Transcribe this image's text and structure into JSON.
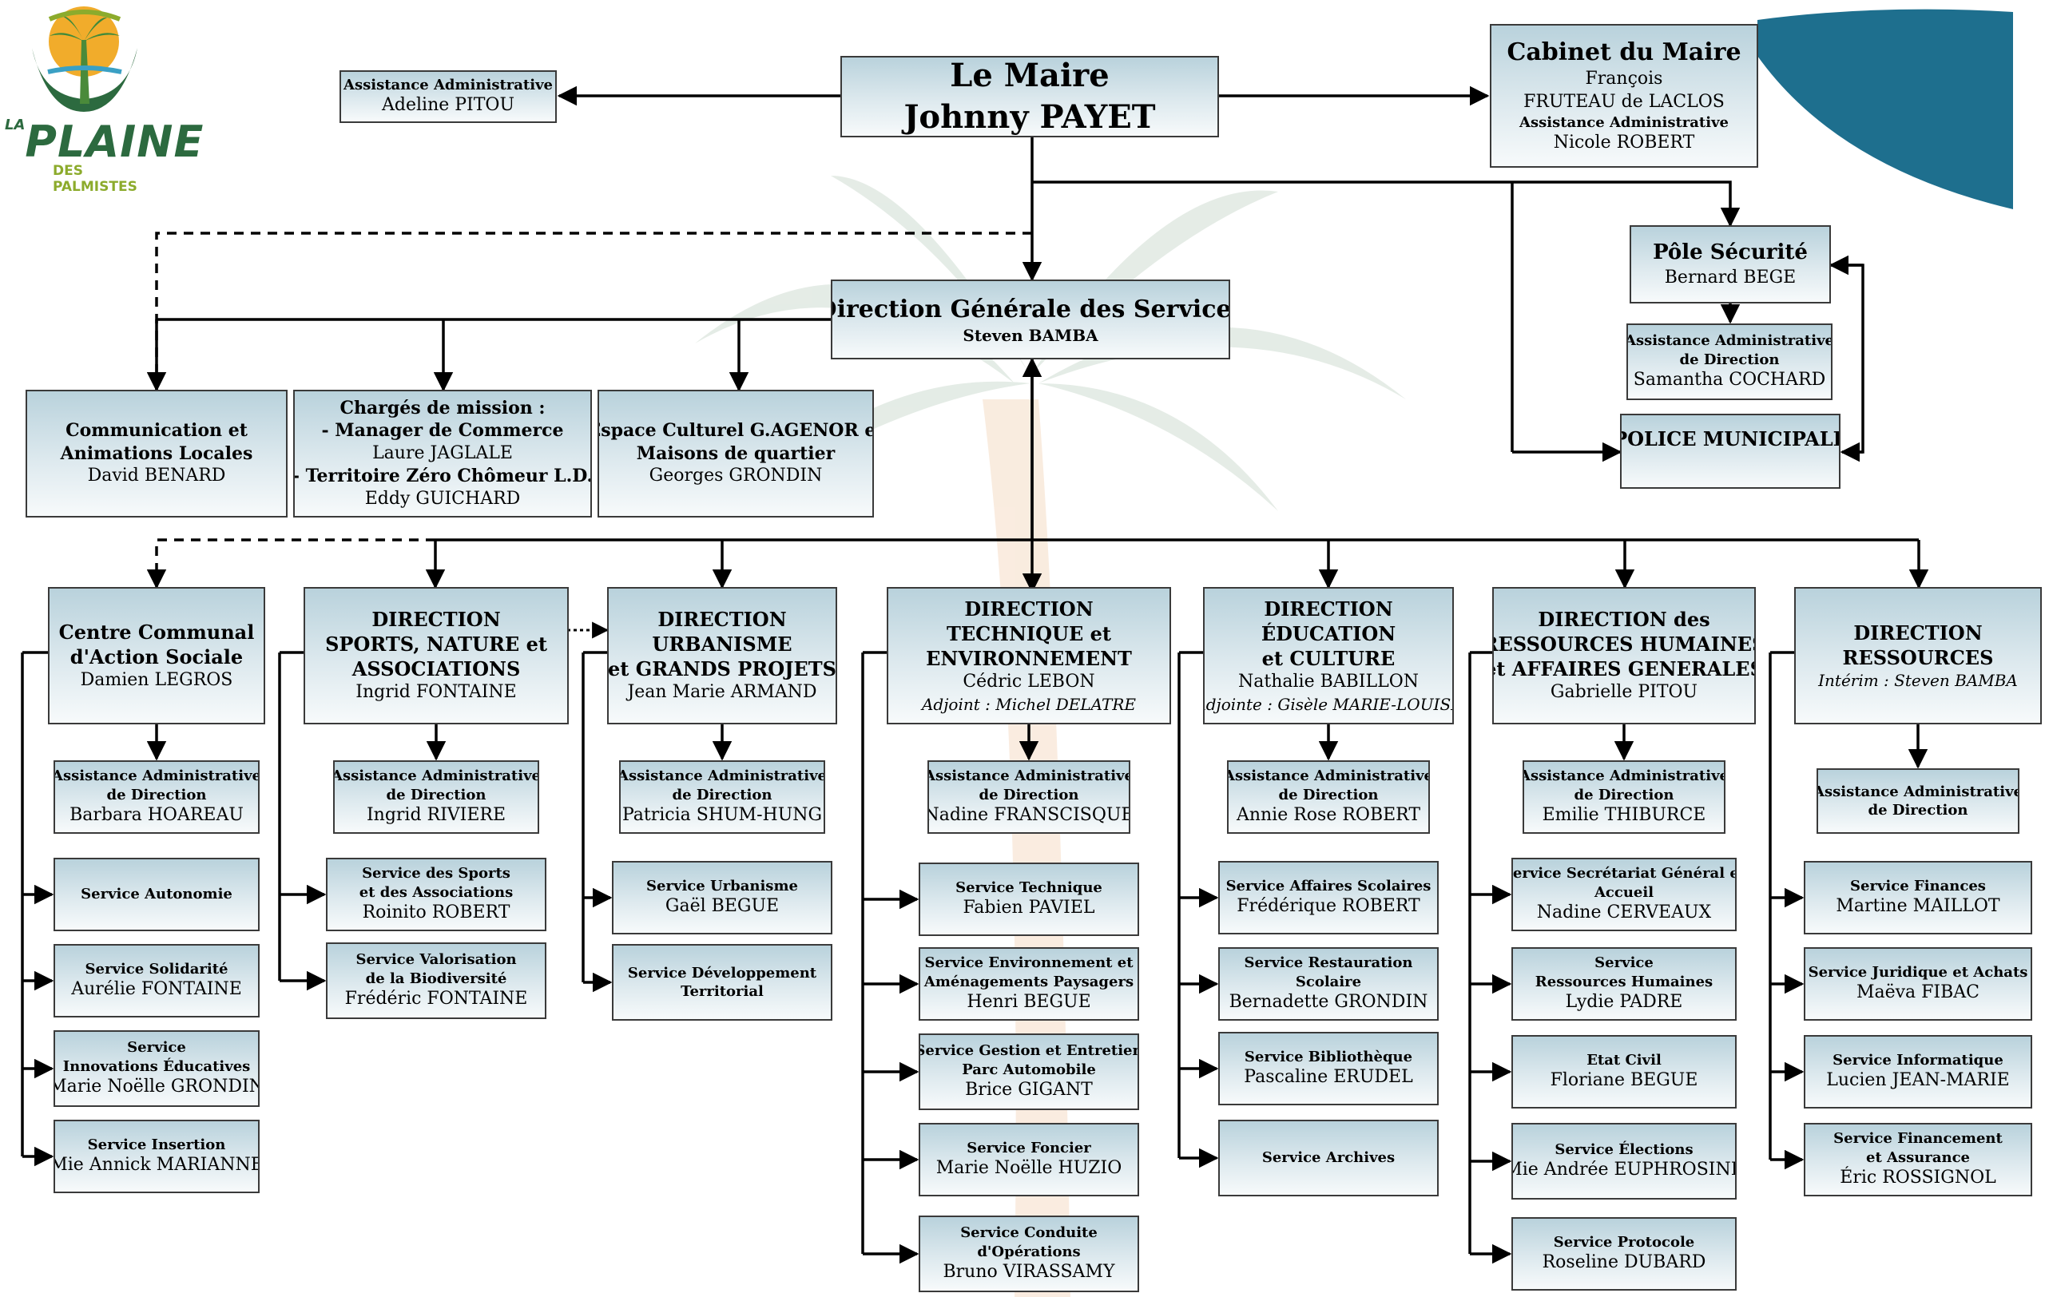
{
  "logo": {
    "line1_small": "LA",
    "line1": "PLAINE",
    "line2": "DES PALMISTES"
  },
  "boxes": {
    "maire": {
      "title": "Le Maire",
      "name": "Johnny PAYET"
    },
    "assistance_maire": {
      "title": "Assistance Administrative",
      "name": "Adeline PITOU"
    },
    "cabinet": {
      "title": "Cabinet du Maire",
      "line1": "François",
      "line2": "FRUTEAU de LACLOS",
      "assist_title": "Assistance Administrative",
      "assist_name": "Nicole ROBERT"
    },
    "pole_securite": {
      "title": "Pôle Sécurité",
      "name": "Bernard BEGE"
    },
    "assistance_securite": {
      "title1": "Assistance Administrative",
      "title2": "de Direction",
      "name": "Samantha COCHARD"
    },
    "police": {
      "title": "POLICE MUNICIPALE"
    },
    "dgs": {
      "title": "Direction Générale des Services",
      "name": "Steven BAMBA"
    },
    "communication": {
      "line1": "Communication et",
      "line2": "Animations Locales",
      "name": "David BENARD"
    },
    "charges_mission": {
      "line1": "Chargés de mission :",
      "line2": "- Manager de Commerce",
      "name1": "Laure JAGLALE",
      "line3": "- Territoire Zéro Chômeur L.D.",
      "name2": "Eddy GUICHARD"
    },
    "espace_culturel": {
      "line1": "Espace Culturel  G.AGENOR et",
      "line2": "Maisons de quartier",
      "name": "Georges GRONDIN"
    }
  },
  "directions": [
    {
      "head": [
        "Centre Communal",
        "d'Action Sociale"
      ],
      "name": "Damien LEGROS",
      "assist": {
        "line1": "Assistance Administrative",
        "line2": "de Direction",
        "name": "Barbara HOAREAU"
      },
      "services": [
        {
          "lines": [
            "Service Autonomie"
          ],
          "name": ""
        },
        {
          "lines": [
            "Service Solidarité"
          ],
          "name": "Aurélie FONTAINE"
        },
        {
          "lines": [
            "Service",
            "Innovations Éducatives"
          ],
          "name": "Marie Noëlle GRONDIN"
        },
        {
          "lines": [
            "Service Insertion"
          ],
          "name": "Mie Annick MARIANNE"
        }
      ]
    },
    {
      "head": [
        "DIRECTION",
        "SPORTS, NATURE et",
        "ASSOCIATIONS"
      ],
      "name": "Ingrid FONTAINE",
      "assist": {
        "line1": "Assistance Administrative",
        "line2": "de Direction",
        "name": "Ingrid RIVIERE"
      },
      "services": [
        {
          "lines": [
            "Service des Sports",
            "et des Associations"
          ],
          "name": "Roinito ROBERT"
        },
        {
          "lines": [
            "Service Valorisation",
            "de la Biodiversité"
          ],
          "name": "Frédéric FONTAINE"
        }
      ]
    },
    {
      "head": [
        "DIRECTION",
        "URBANISME",
        "et GRANDS PROJETS"
      ],
      "name": "Jean Marie ARMAND",
      "assist": {
        "line1": "Assistance Administrative",
        "line2": "de Direction",
        "name": "Patricia SHUM-HUNG"
      },
      "services": [
        {
          "lines": [
            "Service Urbanisme"
          ],
          "name": "Gaël BEGUE"
        },
        {
          "lines": [
            "Service Développement",
            "Territorial"
          ],
          "name": ""
        }
      ]
    },
    {
      "head": [
        "DIRECTION",
        "TECHNIQUE et",
        "ENVIRONNEMENT"
      ],
      "name": "Cédric LEBON",
      "deputy": "Adjoint : Michel DELATRE",
      "assist": {
        "line1": "Assistance Administrative",
        "line2": "de Direction",
        "name": "Nadine FRANSCISQUE"
      },
      "services": [
        {
          "lines": [
            "Service Technique"
          ],
          "name": "Fabien PAVIEL"
        },
        {
          "lines": [
            "Service Environnement et",
            "Aménagements Paysagers"
          ],
          "name": "Henri BEGUE"
        },
        {
          "lines": [
            "Service Gestion et Entretien",
            "Parc Automobile"
          ],
          "name": "Brice GIGANT"
        },
        {
          "lines": [
            "Service Foncier"
          ],
          "name": "Marie Noëlle HUZIO"
        },
        {
          "lines": [
            "Service Conduite",
            "d'Opérations"
          ],
          "name": "Bruno VIRASSAMY"
        }
      ]
    },
    {
      "head": [
        "DIRECTION",
        "ÉDUCATION",
        "et CULTURE"
      ],
      "name": "Nathalie BABILLON",
      "deputy": "Adjointe : Gisèle MARIE-LOUISE",
      "assist": {
        "line1": "Assistance Administrative",
        "line2": "de Direction",
        "name": "Annie Rose ROBERT"
      },
      "services": [
        {
          "lines": [
            "Service Affaires Scolaires"
          ],
          "name": "Frédérique ROBERT"
        },
        {
          "lines": [
            "Service Restauration",
            "Scolaire"
          ],
          "name": "Bernadette GRONDIN"
        },
        {
          "lines": [
            "Service Bibliothèque"
          ],
          "name": "Pascaline ERUDEL"
        },
        {
          "lines": [
            "Service Archives"
          ],
          "name": ""
        }
      ]
    },
    {
      "head": [
        "DIRECTION des",
        "RESSOURCES HUMAINES",
        "et AFFAIRES GENERALES"
      ],
      "name": "Gabrielle PITOU",
      "assist": {
        "line1": "Assistance Administrative",
        "line2": "de Direction",
        "name": "Emilie THIBURCE"
      },
      "services": [
        {
          "lines": [
            "Service Secrétariat Général et",
            "Accueil"
          ],
          "name": "Nadine CERVEAUX"
        },
        {
          "lines": [
            "Service",
            "Ressources Humaines"
          ],
          "name": "Lydie PADRE"
        },
        {
          "lines": [
            "Etat Civil"
          ],
          "name": "Floriane BEGUE"
        },
        {
          "lines": [
            "Service  Élections"
          ],
          "name": "Mie Andrée EUPHROSINE"
        },
        {
          "lines": [
            "Service Protocole"
          ],
          "name": "Roseline DUBARD"
        }
      ]
    },
    {
      "head": [
        "DIRECTION",
        "RESSOURCES"
      ],
      "name": "",
      "deputy": "Intérim : Steven BAMBA",
      "assist": {
        "line1": "Assistance Administrative",
        "line2": "de Direction",
        "name": ""
      },
      "services": [
        {
          "lines": [
            "Service Finances"
          ],
          "name": "Martine MAILLOT"
        },
        {
          "lines": [
            "Service Juridique et Achats"
          ],
          "name": "Maëva FIBAC"
        },
        {
          "lines": [
            "Service Informatique"
          ],
          "name": "Lucien  JEAN-MARIE"
        },
        {
          "lines": [
            "Service Financement",
            "et Assurance"
          ],
          "name": "Éric ROSSIGNOL"
        }
      ]
    }
  ]
}
